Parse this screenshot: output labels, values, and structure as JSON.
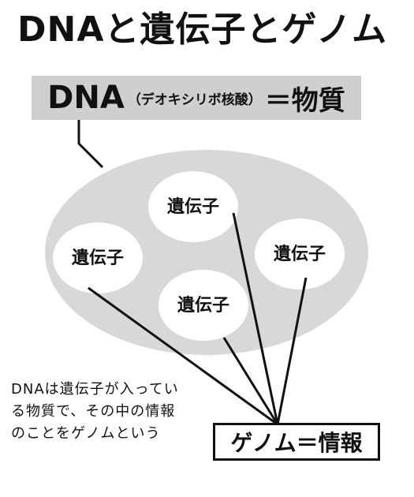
{
  "title": "DNAと遺伝子とゲノム",
  "dna": {
    "main": "DNA",
    "sub": "（デオキシリボ核酸）",
    "tail": "＝物質"
  },
  "genes": [
    "遺伝子",
    "遺伝子",
    "遺伝子",
    "遺伝子"
  ],
  "caption": "DNAは遺伝子が入っている物質で、その中の情報のことをゲノムという",
  "genome": "ゲノム＝情報",
  "colors": {
    "ellipse": "#d8d8d8",
    "box": "#cfcfcf",
    "ink": "#111111"
  }
}
